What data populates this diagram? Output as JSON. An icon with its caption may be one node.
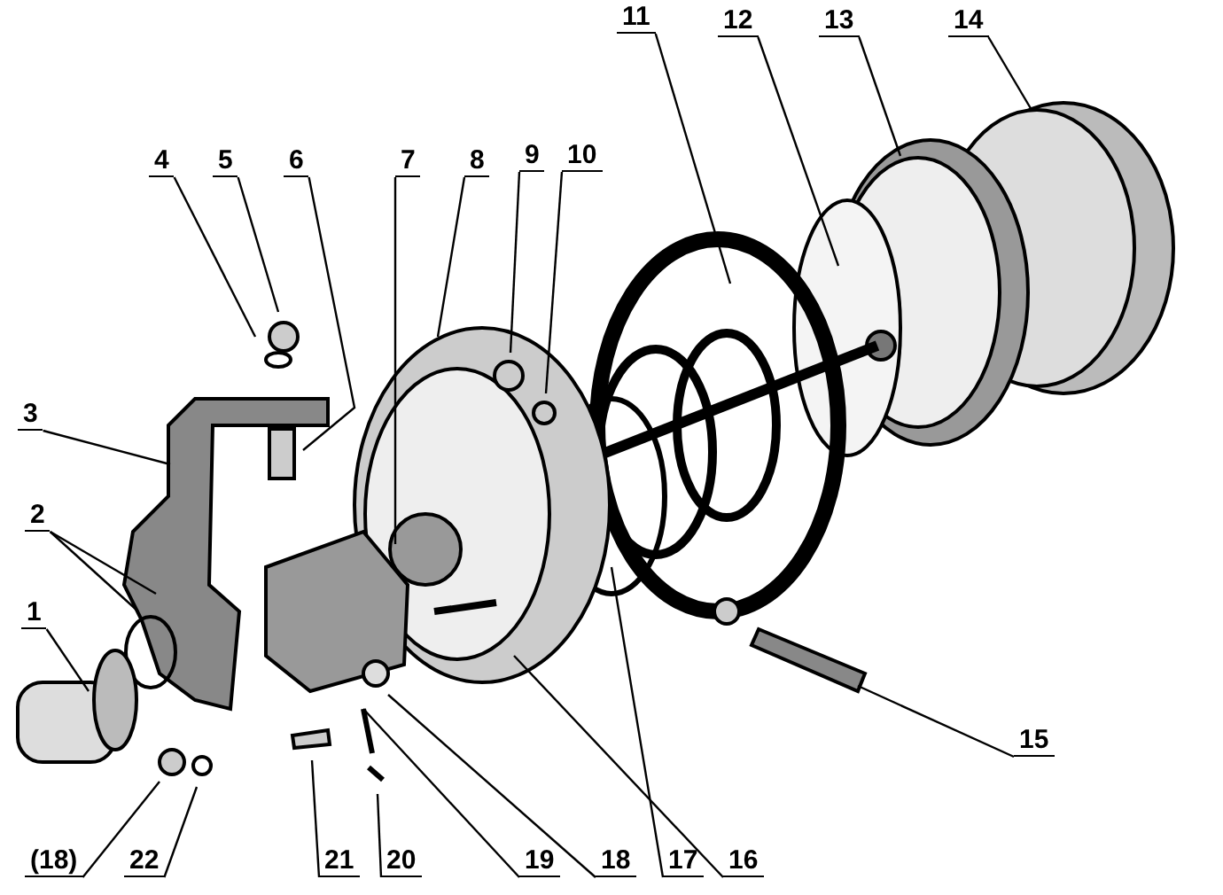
{
  "diagram": {
    "nodes": [
      {
        "text": [
          "11"
        ]
      },
      {
        "text": [
          "12"
        ]
      },
      {
        "text": [
          "13"
        ]
      },
      {
        "text": [
          "14"
        ]
      },
      {
        "text": [
          "4"
        ]
      },
      {
        "text": [
          "5"
        ]
      },
      {
        "text": [
          "6"
        ]
      },
      {
        "text": [
          "7"
        ]
      },
      {
        "text": [
          "8"
        ]
      },
      {
        "text": [
          "9"
        ]
      },
      {
        "text": [
          "10"
        ]
      },
      {
        "text": [
          "3"
        ]
      },
      {
        "text": [
          "2"
        ]
      },
      {
        "text": [
          "1"
        ]
      },
      {
        "text": [
          "15"
        ]
      },
      {
        "text": [
          "(18)"
        ]
      },
      {
        "text": [
          "22"
        ]
      },
      {
        "text": [
          "21"
        ]
      },
      {
        "text": [
          "20"
        ]
      },
      {
        "text": [
          "19"
        ]
      },
      {
        "text": [
          "18"
        ]
      },
      {
        "text": [
          "17"
        ]
      },
      {
        "text": [
          "16"
        ]
      }
    ],
    "edges": [
      {
        "from": 0,
        "to": null,
        "arrow": "none"
      },
      {
        "from": 1,
        "to": null,
        "arrow": "none"
      },
      {
        "from": 2,
        "to": null,
        "arrow": "none"
      },
      {
        "from": 3,
        "to": null,
        "arrow": "none"
      },
      {
        "from": 4,
        "to": null,
        "arrow": "none"
      },
      {
        "from": 5,
        "to": null,
        "arrow": "none"
      },
      {
        "from": 6,
        "to": null,
        "arrow": "none"
      },
      {
        "from": 7,
        "to": null,
        "arrow": "none"
      },
      {
        "from": 8,
        "to": null,
        "arrow": "none"
      },
      {
        "from": 9,
        "to": null,
        "arrow": "none"
      },
      {
        "from": 10,
        "to": null,
        "arrow": "none"
      },
      {
        "from": 11,
        "to": null,
        "arrow": "none"
      },
      {
        "from": 12,
        "to": null,
        "arrow": "none"
      },
      {
        "from": 12,
        "to": null,
        "arrow": "none"
      },
      {
        "from": 13,
        "to": null,
        "arrow": "none"
      },
      {
        "from": 14,
        "to": null,
        "arrow": "none"
      },
      {
        "from": 15,
        "to": null,
        "arrow": "none"
      },
      {
        "from": 16,
        "to": null,
        "arrow": "none"
      },
      {
        "from": 17,
        "to": null,
        "arrow": "none"
      },
      {
        "from": 18,
        "to": null,
        "arrow": "none"
      },
      {
        "from": 19,
        "to": null,
        "arrow": "none"
      },
      {
        "from": 20,
        "to": null,
        "arrow": "none"
      },
      {
        "from": 21,
        "to": null,
        "arrow": "none"
      },
      {
        "from": 22,
        "to": null,
        "arrow": "none"
      }
    ]
  }
}
